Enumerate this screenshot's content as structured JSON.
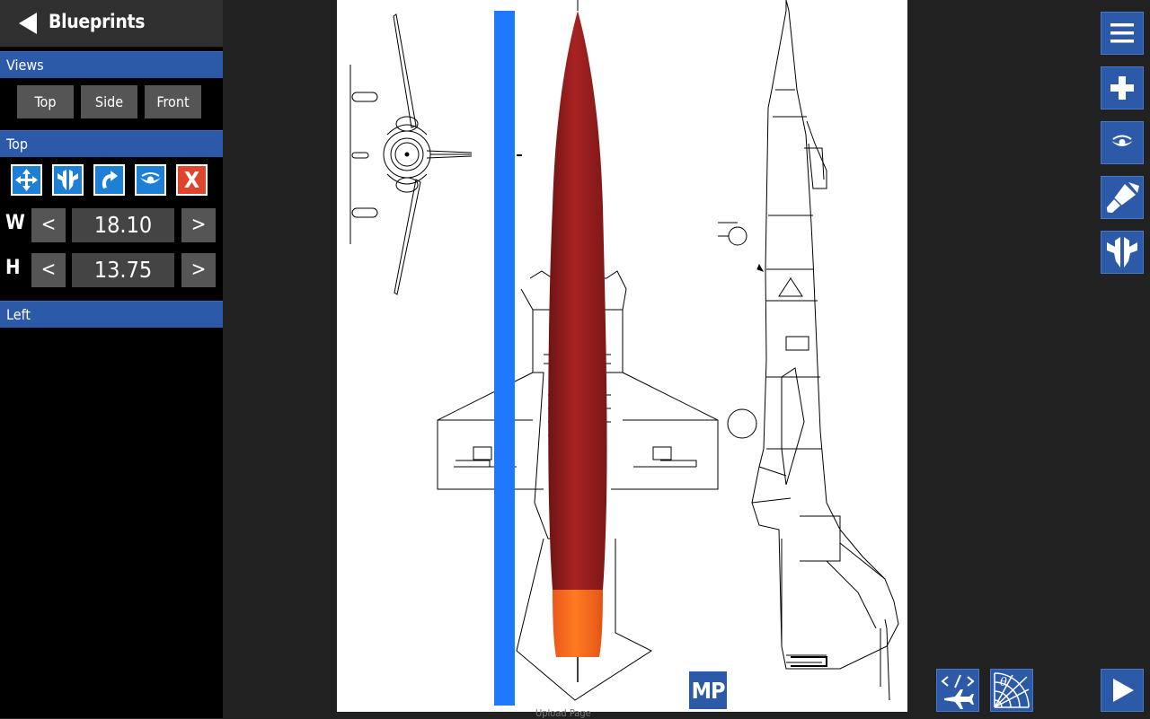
{
  "header": {
    "title": "Blueprints",
    "back_icon": "back-arrow-icon"
  },
  "views_section": {
    "label": "Views",
    "buttons": [
      "Top",
      "Side",
      "Front"
    ]
  },
  "top_section": {
    "label": "Top",
    "tools": [
      "move-icon",
      "mirror-icon",
      "rotate-icon",
      "visibility-icon",
      "delete-icon"
    ],
    "delete_glyph": "X",
    "width": {
      "letter": "W",
      "value": "18.10",
      "dec": "<",
      "inc": ">"
    },
    "height": {
      "letter": "H",
      "value": "13.75",
      "dec": "<",
      "inc": ">"
    }
  },
  "left_section": {
    "label": "Left"
  },
  "canvas": {
    "mp_badge": "MP",
    "caption": "Upload Page"
  },
  "right_toolbar": [
    "menu-icon",
    "add-icon",
    "eye-icon",
    "paint-brush-icon",
    "symmetry-icon"
  ],
  "bottom_toolbar": [
    "code-plane-icon",
    "angle-grid-icon",
    "play-icon"
  ],
  "colors": {
    "accent": "#2c5aa8",
    "tool_blue": "#1e7fd6",
    "delete_red": "#e0452b",
    "rocket_body": "#9b1f1f",
    "rocket_tail": "#ff6a1a",
    "guide_bar": "#1f78ff"
  }
}
